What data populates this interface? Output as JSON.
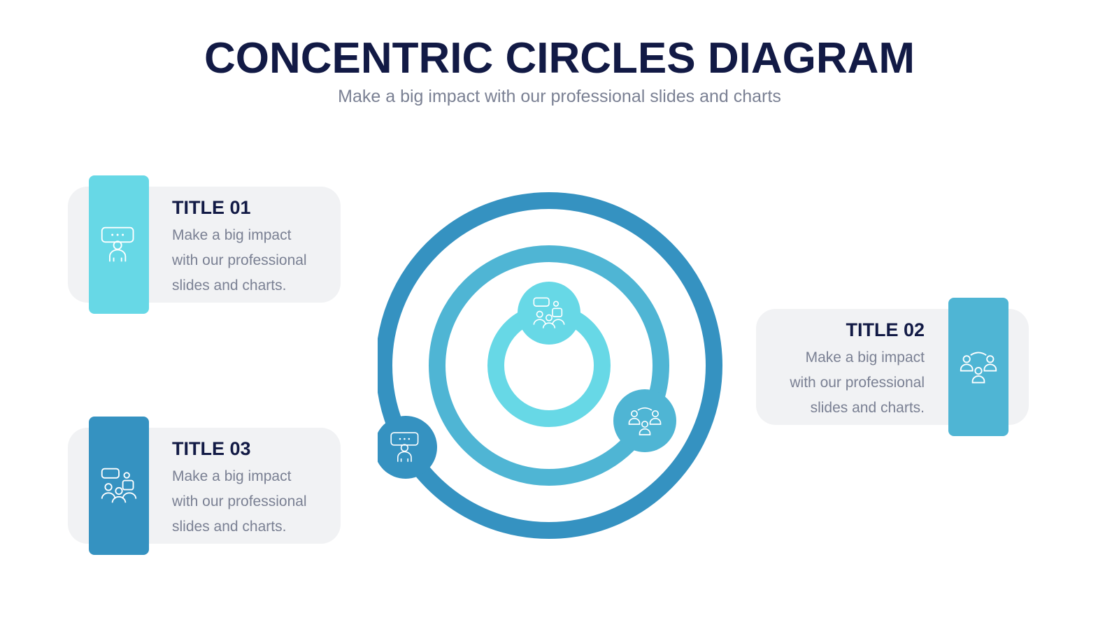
{
  "header": {
    "title": "CONCENTRIC CIRCLES DIAGRAM",
    "subtitle": "Make a big impact with our professional slides and charts"
  },
  "items": [
    {
      "title": "TITLE 01",
      "body": "Make a big impact\nwith our professional\nslides and charts.",
      "icon": "speaker-speech-bubble-icon",
      "color": "#67d8e6"
    },
    {
      "title": "TITLE 02",
      "body": "Make a big impact\nwith our professional\nslides and charts.",
      "icon": "team-network-icon",
      "color": "#4fb5d4"
    },
    {
      "title": "TITLE 03",
      "body": "Make a big impact\nwith our professional\nslides and charts.",
      "icon": "group-discussion-icon",
      "color": "#3592c1"
    }
  ],
  "diagram": {
    "outer_ring_color": "#3592c1",
    "middle_ring_color": "#4fb5d4",
    "inner_ring_color": "#67d8e6"
  }
}
